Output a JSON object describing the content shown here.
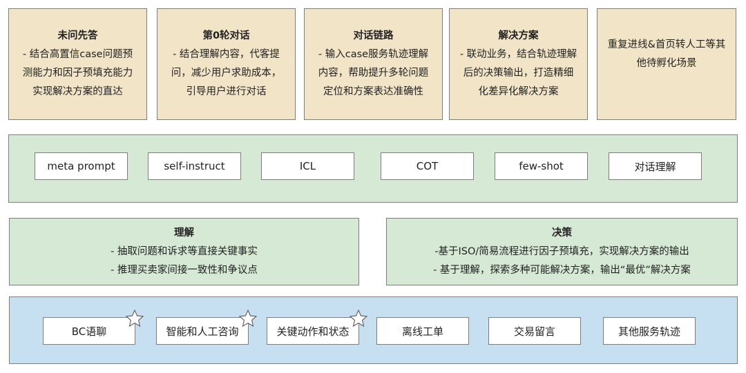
{
  "scenarios": [
    {
      "title": "未问先答",
      "lines": [
        "- 结合高置信case问题预",
        "测能力和因子预填充能力",
        "实现解决方案的直达"
      ]
    },
    {
      "title": "第0轮对话",
      "lines": [
        "- 结合理解内容，代客提",
        "问，减少用户求助成本，",
        "引导用户进行对话"
      ]
    },
    {
      "title": "对话链路",
      "lines": [
        "- 输入case服务轨迹理解",
        "内容，帮助提升多轮问题",
        "定位和方案表达准确性"
      ]
    },
    {
      "title": "解决方案",
      "lines": [
        "- 联动业务，结合轨迹理解",
        "后的决策输出，打造精细",
        "化差异化解决方案"
      ]
    },
    {
      "title": "",
      "lines": [
        "重复进线&首页转人工等其",
        "他待孵化场景"
      ]
    }
  ],
  "techniques": [
    "meta prompt",
    "self-instruct",
    "ICL",
    "COT",
    "few-shot",
    "对话理解"
  ],
  "understanding": {
    "title": "理解",
    "lines": [
      "- 抽取问题和诉求等直接关键事实",
      "- 推理买卖家间接一致性和争议点"
    ]
  },
  "decision": {
    "title": "决策",
    "lines": [
      "-基于ISO/简易流程进行因子预填充，实现解决方案的输出",
      "- 基于理解，探索多种可能解决方案，输出“最优”解决方案"
    ]
  },
  "sources": [
    {
      "label": "BC语聊",
      "starred": true
    },
    {
      "label": "智能和人工咨询",
      "starred": true
    },
    {
      "label": "关键动作和状态",
      "starred": true
    },
    {
      "label": "离线工单",
      "starred": false
    },
    {
      "label": "交易留言",
      "starred": false
    },
    {
      "label": "其他服务轨迹",
      "starred": false
    }
  ],
  "colors": {
    "scenario": "#f2e4c6",
    "technique": "#d5e9d5",
    "source": "#c6e0f1"
  }
}
